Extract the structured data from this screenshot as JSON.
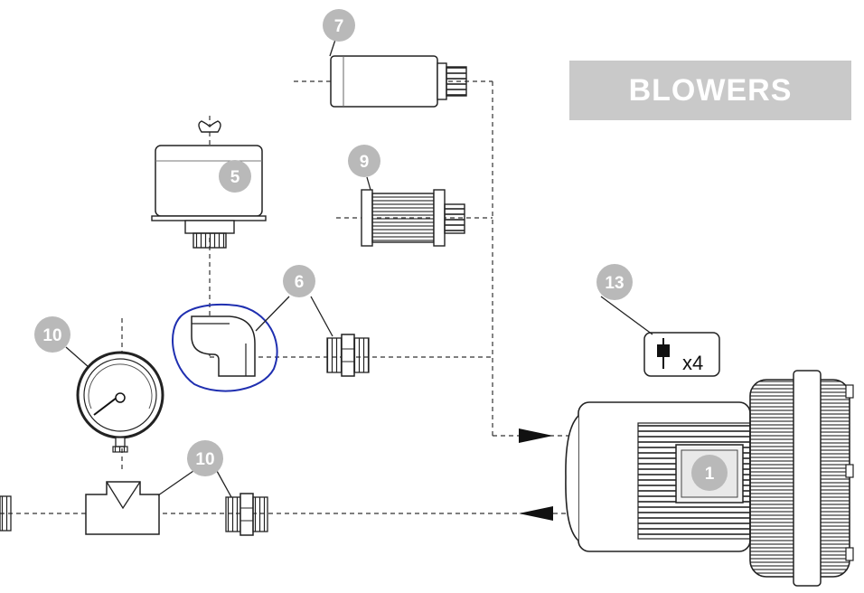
{
  "banner": {
    "title": "BLOWERS"
  },
  "callouts": {
    "c1": "1",
    "c5": "5",
    "c6": "6",
    "c7": "7",
    "c9": "9",
    "c10a": "10",
    "c10b": "10",
    "c13": "13"
  },
  "kit": {
    "quantity": "x4"
  },
  "colors": {
    "callout_fill": "#b9b9b9",
    "line": "#1a1a1a",
    "highlight": "#1f2fb0",
    "banner": "#c9c9c9"
  }
}
